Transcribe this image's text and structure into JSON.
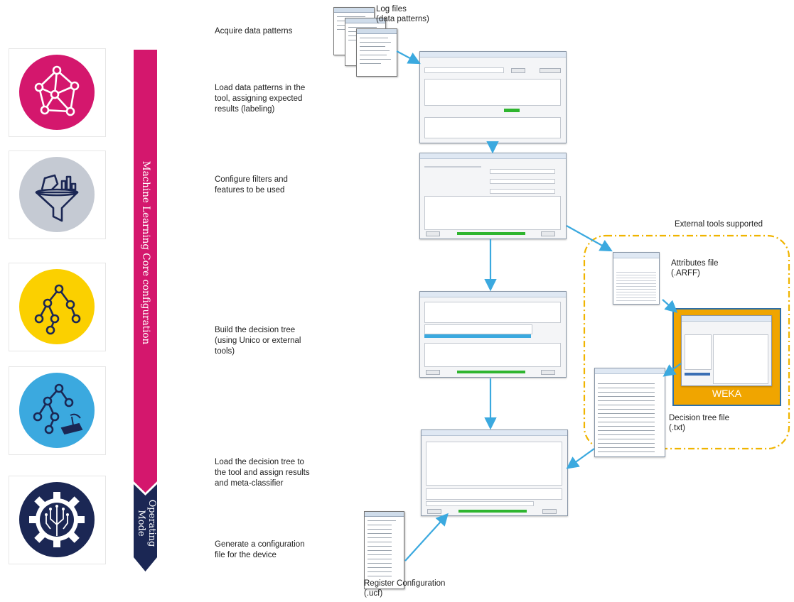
{
  "steps": [
    "Acquire data patterns",
    "Load data patterns in the\ntool, assigning expected\nresults (labeling)",
    "Configure filters and\nfeatures to be used",
    "Build the decision tree\n(using Unico or external\ntools)",
    "Load the decision tree to\nthe tool and assign results\nand meta-classifier",
    "Generate a configuration\nfile for the device"
  ],
  "labels": {
    "log_files": "Log files\n(data patterns)",
    "external_tools": "External tools supported",
    "attributes_file": "Attributes file\n(.ARFF)",
    "weka": "WEKA",
    "decision_tree_file": "Decision tree file\n(.txt)",
    "register_config": "Register Configuration\n(.ucf)"
  },
  "phases": {
    "mlc_config": "Machine Learning Core configuration",
    "operating_mode": "Operating\nMode"
  },
  "icons": [
    "network-icon",
    "filter-data-icon",
    "decision-tree-icon",
    "tree-device-icon",
    "gear-circuit-icon"
  ],
  "colors": {
    "magenta": "#d4176d",
    "navy": "#1b2754",
    "grey": "#c5cad3",
    "yellow": "#fbd000",
    "blue": "#3ba9df",
    "arrow_blue": "#3ba9df",
    "dash_orange": "#f0b400",
    "weka_orange": "#f0a500",
    "progress_green": "#2fb52f"
  }
}
